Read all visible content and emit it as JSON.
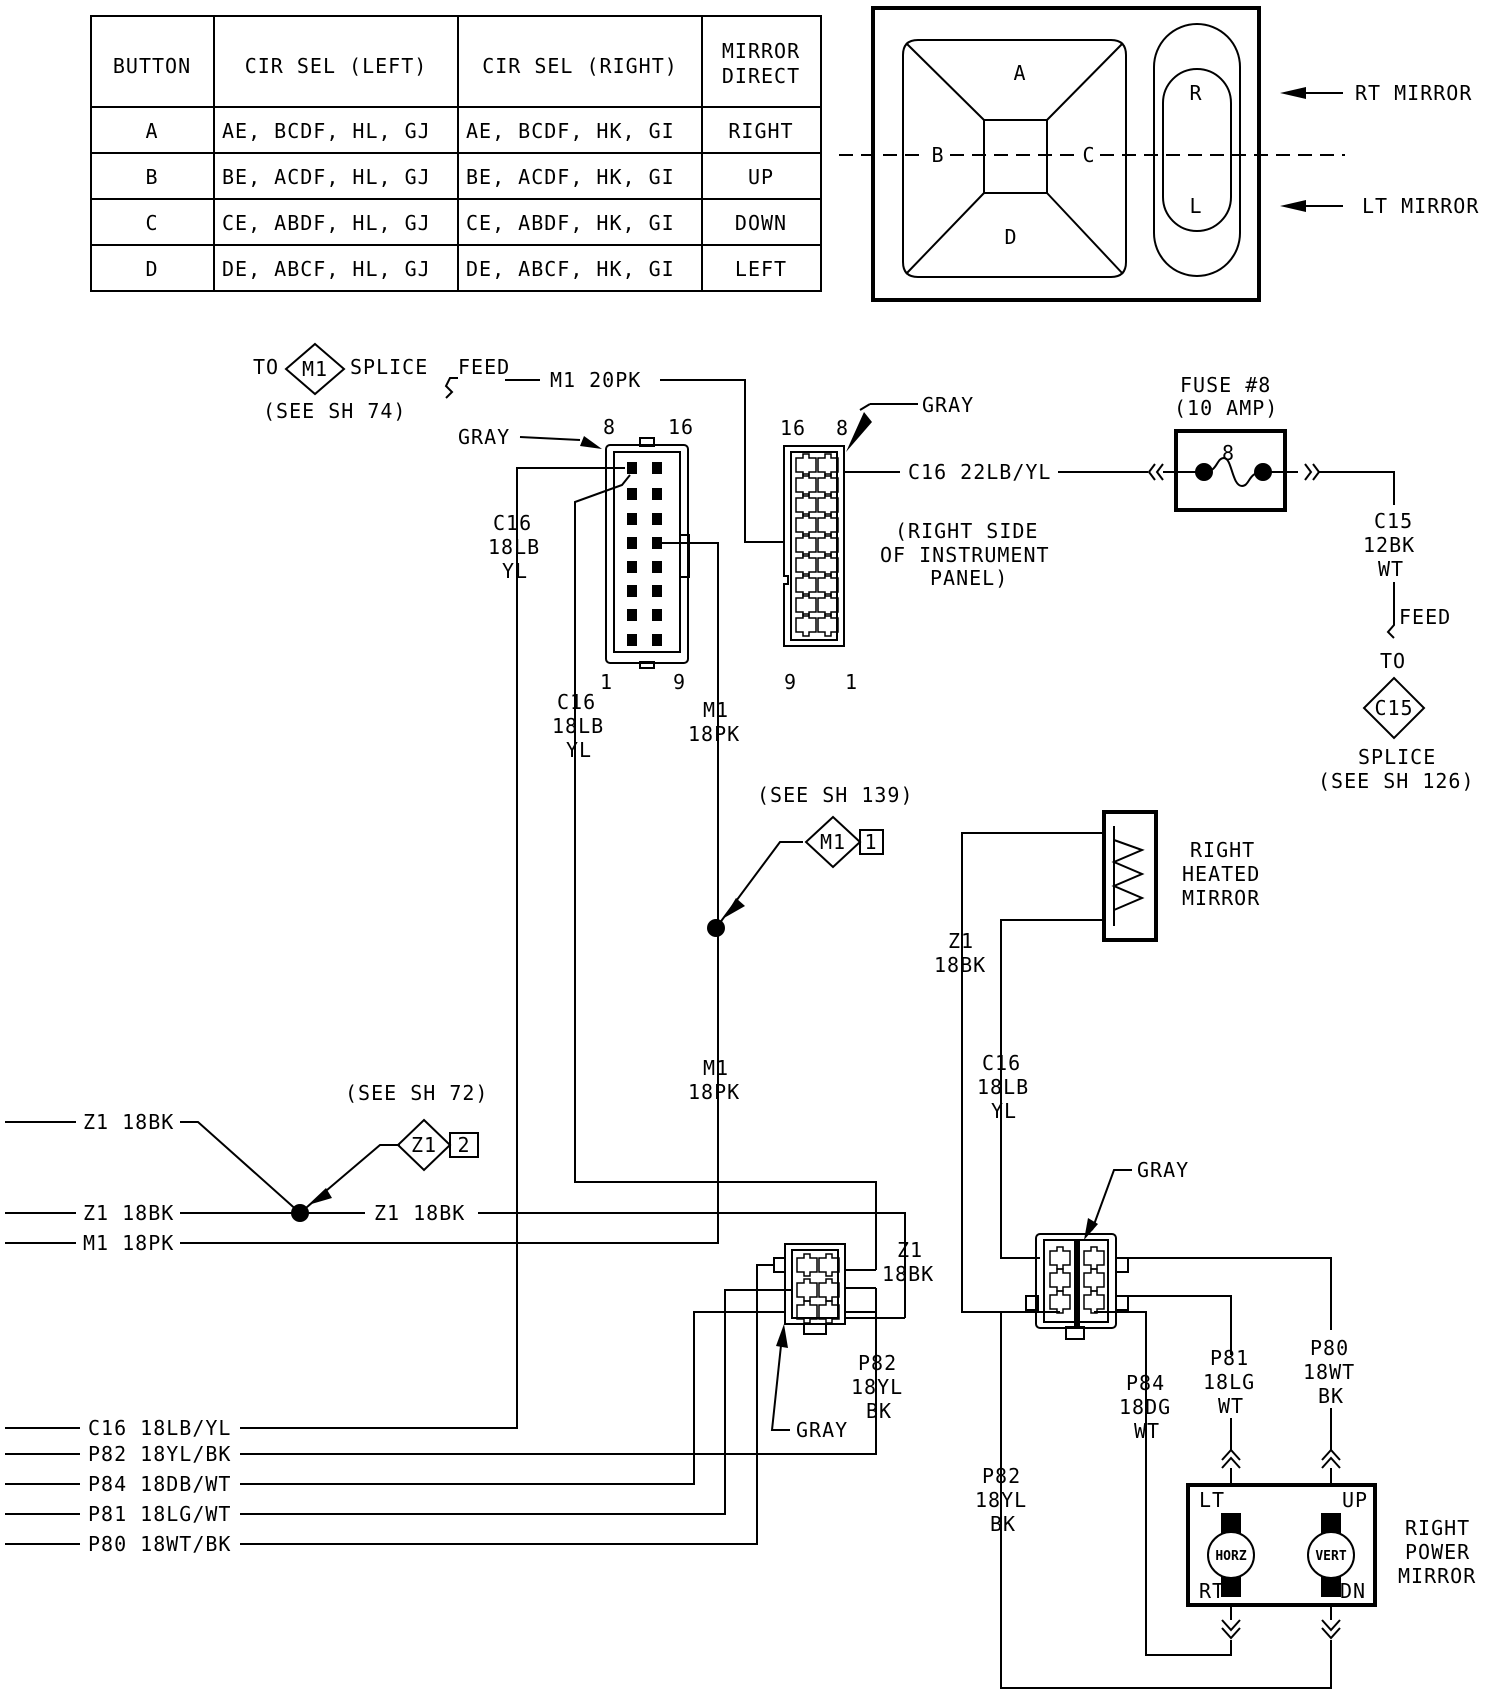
{
  "table": {
    "headers": [
      "BUTTON",
      "CIR SEL (LEFT)",
      "CIR SEL (RIGHT)",
      "MIRROR",
      "DIRECT"
    ],
    "rows": [
      [
        "A",
        "AE, BCDF, HL, GJ",
        "AE, BCDF, HK, GI",
        "RIGHT"
      ],
      [
        "B",
        "BE, ACDF, HL, GJ",
        "BE, ACDF, HK, GI",
        "UP"
      ],
      [
        "C",
        "CE, ABDF, HL, GJ",
        "CE, ABDF, HK, GI",
        "DOWN"
      ],
      [
        "D",
        "DE, ABCF, HL, GJ",
        "DE, ABCF, HK, GI",
        "LEFT"
      ]
    ]
  },
  "switch": {
    "buttons": [
      "A",
      "B",
      "C",
      "D"
    ],
    "selector": [
      "R",
      "L"
    ],
    "rt_mirror": "RT MIRROR",
    "lt_mirror": "LT MIRROR"
  },
  "labels": {
    "to": "TO",
    "m1": "M1",
    "splice": "SPLICE",
    "feed": "FEED",
    "see_sh74": "(SEE SH 74)",
    "m1_20pk": "M1 20PK",
    "gray": "GRAY",
    "pin8": "8",
    "pin16": "16",
    "pin1": "1",
    "pin9": "9",
    "c16_22": "C16 22LB/YL",
    "fuse_title": "FUSE #8",
    "fuse_rating": "(10 AMP)",
    "fuse_num": "8",
    "right_side_1": "(RIGHT SIDE",
    "right_side_2": "OF INSTRUMENT",
    "right_side_3": "PANEL)",
    "c15": "C15",
    "bk12": "12BK",
    "wt": "WT",
    "c16": "C16",
    "lb18": "18LB",
    "yl": "YL",
    "pk18": "18PK",
    "see_sh139": "(SEE SH 139)",
    "one": "1",
    "see_sh126": "(SEE SH 126)",
    "right": "RIGHT",
    "heated": "HEATED",
    "mirror": "MIRROR",
    "power": "POWER",
    "z1": "Z1",
    "bk18": "18BK",
    "see_sh72": "(SEE SH 72)",
    "two": "2",
    "z1_18bk": "Z1 18BK",
    "m1_18pk": "M1 18PK",
    "c16_18lbyl": "C16 18LB/YL",
    "p82_full": "P82 18YL/BK",
    "p84_full": "P84 18DB/WT",
    "p81_full": "P81 18LG/WT",
    "p80_full": "P80 18WT/BK",
    "p82": "P82",
    "p84": "P84",
    "p81": "P81",
    "p80": "P80",
    "yl18": "18YL",
    "bk": "BK",
    "dg18": "18DG",
    "lg18": "18LG",
    "wt18": "18WT",
    "lt": "LT",
    "up": "UP",
    "rt": "RT",
    "dn": "DN",
    "horz": "HORZ",
    "vert": "VERT"
  }
}
